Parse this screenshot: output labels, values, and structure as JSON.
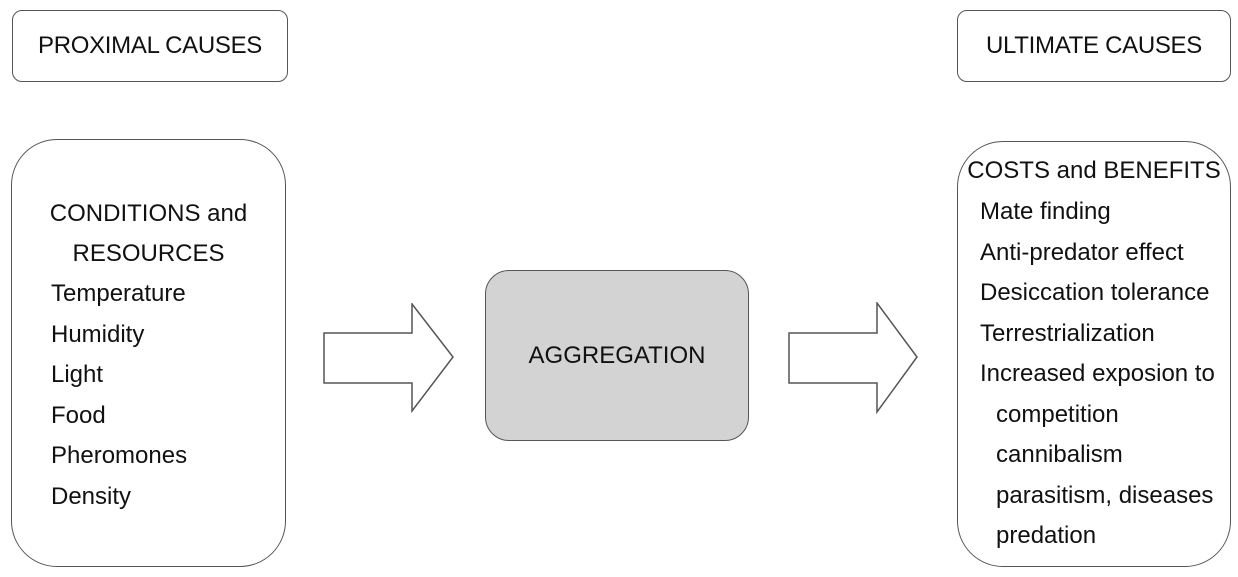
{
  "headers": {
    "proximal": "PROXIMAL CAUSES",
    "ultimate": "ULTIMATE CAUSES"
  },
  "conditions": {
    "title_line1": "CONDITIONS and",
    "title_line2": "RESOURCES",
    "items": [
      "Temperature",
      "Humidity",
      "Light",
      "Food",
      "Pheromones",
      "Density"
    ]
  },
  "center": {
    "label": "AGGREGATION"
  },
  "costs": {
    "title": "COSTS and BENEFITS",
    "items": [
      "Mate finding",
      "Anti-predator effect",
      "Desiccation tolerance",
      "Terrestrialization",
      "Increased exposion to"
    ],
    "sub_items": [
      "competition",
      "cannibalism",
      "parasitism, diseases",
      "predation"
    ]
  },
  "colors": {
    "center_fill": "#d3d3d3",
    "border": "#555555"
  }
}
